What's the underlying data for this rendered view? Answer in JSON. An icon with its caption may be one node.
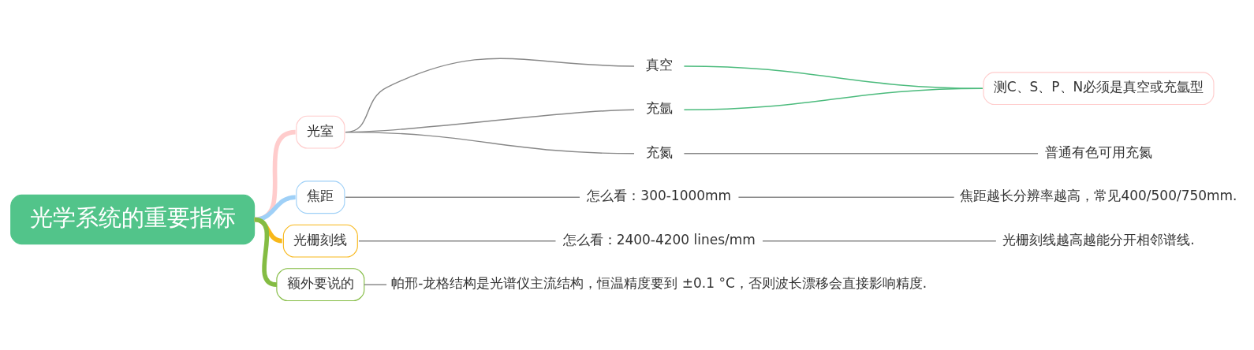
{
  "diagram": {
    "nodes": [
      {
        "text": [
          "光学系统的重要指标"
        ]
      },
      {
        "text": [
          "光室"
        ]
      },
      {
        "text": [
          "真空"
        ]
      },
      {
        "text": [
          "充氩"
        ]
      },
      {
        "text": [
          "充氮"
        ]
      },
      {
        "text": [
          "测C、S、P、N必须是真空或充氩型"
        ]
      },
      {
        "text": [
          "普通有色可用充氮"
        ]
      },
      {
        "text": [
          "焦距"
        ]
      },
      {
        "text": [
          "怎么看：300-1000mm"
        ]
      },
      {
        "text": [
          "焦距越长分辨率越高，常见400/500/750mm."
        ]
      },
      {
        "text": [
          "光栅刻线"
        ]
      },
      {
        "text": [
          "怎么看：2400-4200 lines/mm"
        ]
      },
      {
        "text": [
          "光栅刻线越高越能分开相邻谱线."
        ]
      },
      {
        "text": [
          "额外要说的"
        ]
      },
      {
        "text": [
          "帕邢-龙格结构是光谱仪主流结构，恒温精度要到 ±0.1 °C，否则波长漂移会直接影响精度."
        ]
      }
    ],
    "edges": [
      {
        "from": 0,
        "to": 1,
        "arrow": "none",
        "style": "thick",
        "color": "#ffcccc"
      },
      {
        "from": 1,
        "to": 2,
        "arrow": "none"
      },
      {
        "from": 1,
        "to": 3,
        "arrow": "none"
      },
      {
        "from": 1,
        "to": 4,
        "arrow": "none"
      },
      {
        "from": 2,
        "to": 5,
        "arrow": "none",
        "color": "#4cbb7d"
      },
      {
        "from": 3,
        "to": 5,
        "arrow": "none",
        "color": "#4cbb7d"
      },
      {
        "from": 4,
        "to": 6,
        "arrow": "none"
      },
      {
        "from": 0,
        "to": 7,
        "arrow": "none",
        "style": "thick",
        "color": "#9fd0f7"
      },
      {
        "from": 7,
        "to": 8,
        "arrow": "none"
      },
      {
        "from": 8,
        "to": 9,
        "arrow": "none"
      },
      {
        "from": 0,
        "to": 10,
        "arrow": "none",
        "style": "thick",
        "color": "#f8b81a"
      },
      {
        "from": 10,
        "to": 11,
        "arrow": "none"
      },
      {
        "from": 11,
        "to": 12,
        "arrow": "none"
      },
      {
        "from": 0,
        "to": 13,
        "arrow": "none",
        "style": "thick",
        "color": "#84bc43"
      },
      {
        "from": 13,
        "to": 14,
        "arrow": "none"
      }
    ]
  }
}
